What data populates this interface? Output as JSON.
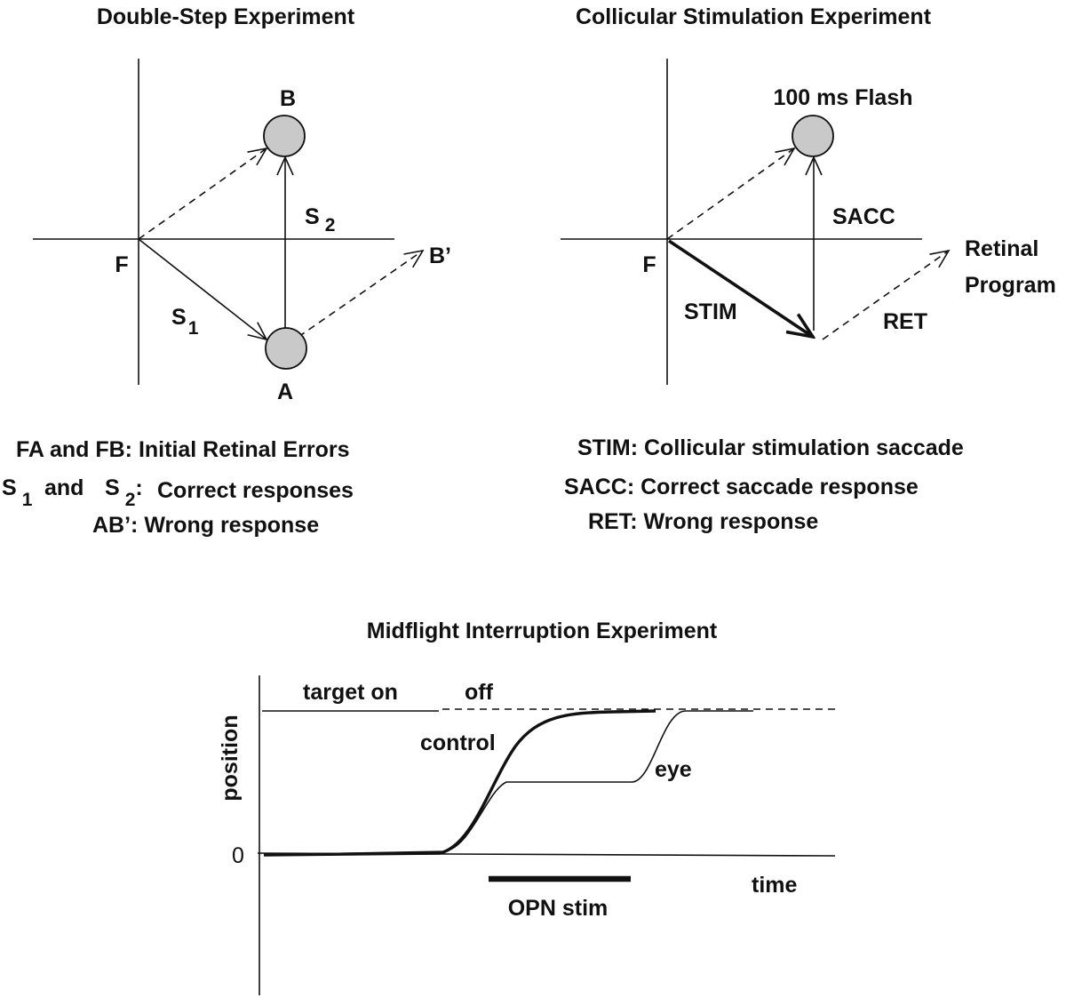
{
  "double_step": {
    "title": "Double-Step Experiment",
    "label_B": "B",
    "label_A": "A",
    "label_F": "F",
    "label_Bprime": "B’",
    "label_S": "S",
    "sub_1": "1",
    "sub_2": "2",
    "caption_line1": "FA and FB: Initial Retinal Errors",
    "caption_and": "and",
    "caption_colon": ":",
    "caption_correct": "Correct responses",
    "caption_line3": "AB’: Wrong response"
  },
  "collicular": {
    "title": "Collicular Stimulation Experiment",
    "label_flash": "100 ms Flash",
    "label_F": "F",
    "label_SACC": "SACC",
    "label_STIM": "STIM",
    "label_RET": "RET",
    "label_retinal": "Retinal",
    "label_program": "Program",
    "caption_line1": "STIM: Collicular stimulation saccade",
    "caption_line2": "SACC: Correct saccade response",
    "caption_line3": "RET: Wrong response"
  },
  "midflight": {
    "title": "Midflight Interruption Experiment",
    "label_target_on": "target on",
    "label_off": "off",
    "label_control": "control",
    "label_eye": "eye",
    "label_position": "position",
    "label_zero": "0",
    "label_time": "time",
    "label_opn": "OPN stim"
  }
}
